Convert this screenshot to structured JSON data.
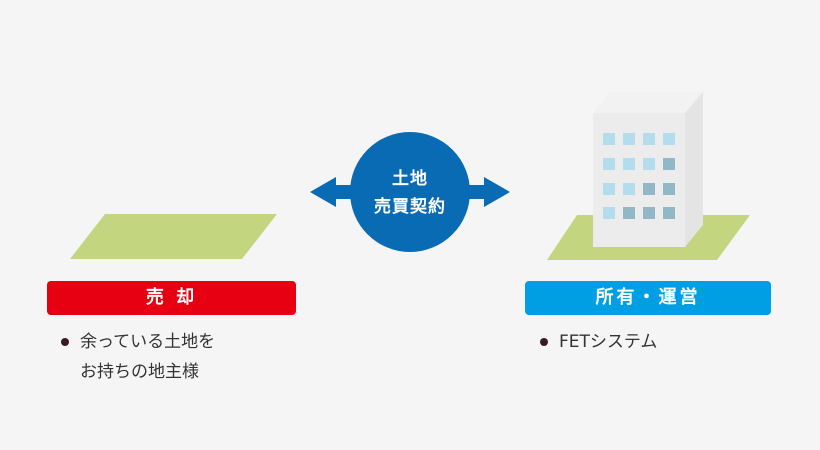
{
  "center": {
    "line1": "土地",
    "line2": "売買契約"
  },
  "left": {
    "label": "売 却",
    "bullet_line1": "余っている土地を",
    "bullet_line2": "お持ちの地主様"
  },
  "right": {
    "label": "所有・運営",
    "bullet": "FETシステム"
  },
  "colors": {
    "blue": "#0a6bb5",
    "red": "#e60012",
    "cyan": "#009fe3",
    "land": "#c3d57e"
  }
}
